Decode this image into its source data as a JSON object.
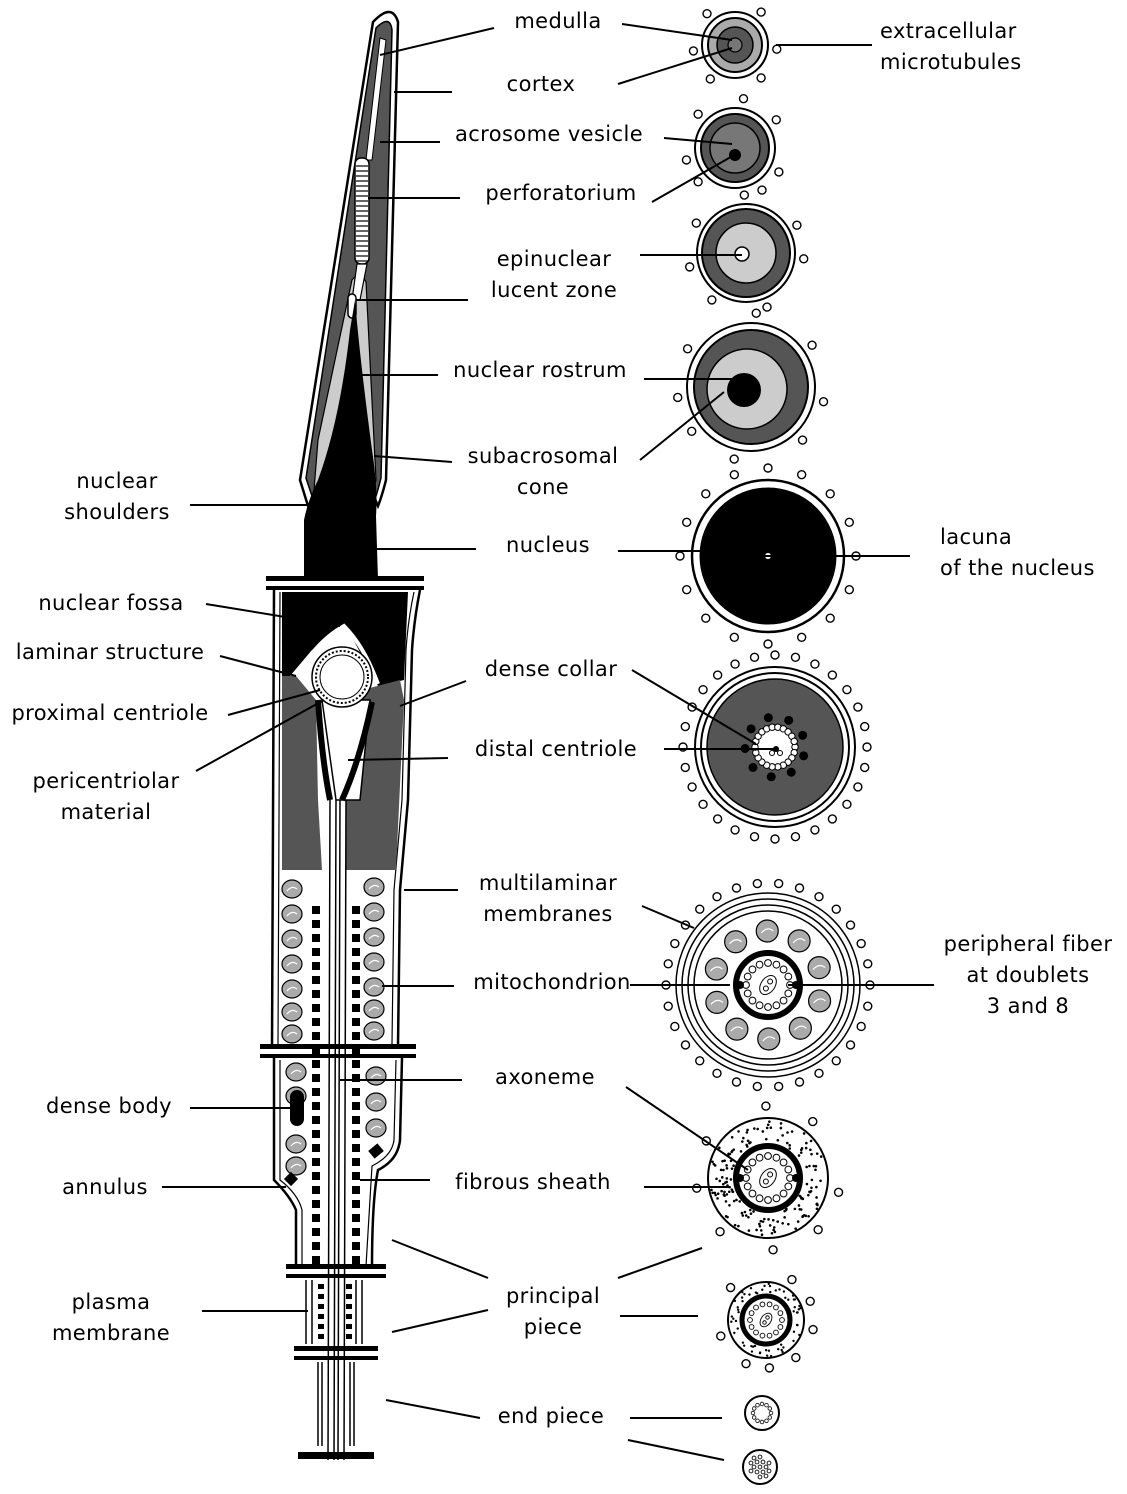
{
  "colors": {
    "ink": "#000000",
    "dark_gray": "#555555",
    "mid_gray": "#777777",
    "light_gray": "#cccccc",
    "mito_gray": "#aaaaaa",
    "paper": "#ffffff"
  },
  "labels": {
    "medulla": "medulla",
    "cortex": "cortex",
    "extracellular_microtubules": [
      "extracellular",
      "microtubules"
    ],
    "acrosome_vesicle": "acrosome vesicle",
    "perforatorium": "perforatorium",
    "epinuclear_lucent_zone": [
      "epinuclear",
      "lucent zone"
    ],
    "nuclear_rostrum": "nuclear rostrum",
    "subacrosomal_cone": [
      "subacrosomal",
      "cone"
    ],
    "nuclear_shoulders": [
      "nuclear",
      "shoulders"
    ],
    "nucleus": "nucleus",
    "lacuna_of_the_nucleus": [
      "lacuna",
      "of the nucleus"
    ],
    "nuclear_fossa": "nuclear fossa",
    "laminar_structure": "laminar structure",
    "proximal_centriole": "proximal centriole",
    "pericentriolar_material": [
      "pericentriolar",
      "material"
    ],
    "dense_collar": "dense collar",
    "distal_centriole": "distal centriole",
    "multilaminar_membranes": [
      "multilaminar",
      "membranes"
    ],
    "mitochondrion": "mitochondrion",
    "peripheral_fiber": [
      "peripheral fiber",
      "at doublets",
      "3 and 8"
    ],
    "axoneme": "axoneme",
    "dense_body": "dense body",
    "annulus": "annulus",
    "fibrous_sheath": "fibrous sheath",
    "principal_piece": [
      "principal",
      "piece"
    ],
    "plasma_membrane": [
      "plasma",
      "membrane"
    ],
    "end_piece": "end piece"
  }
}
